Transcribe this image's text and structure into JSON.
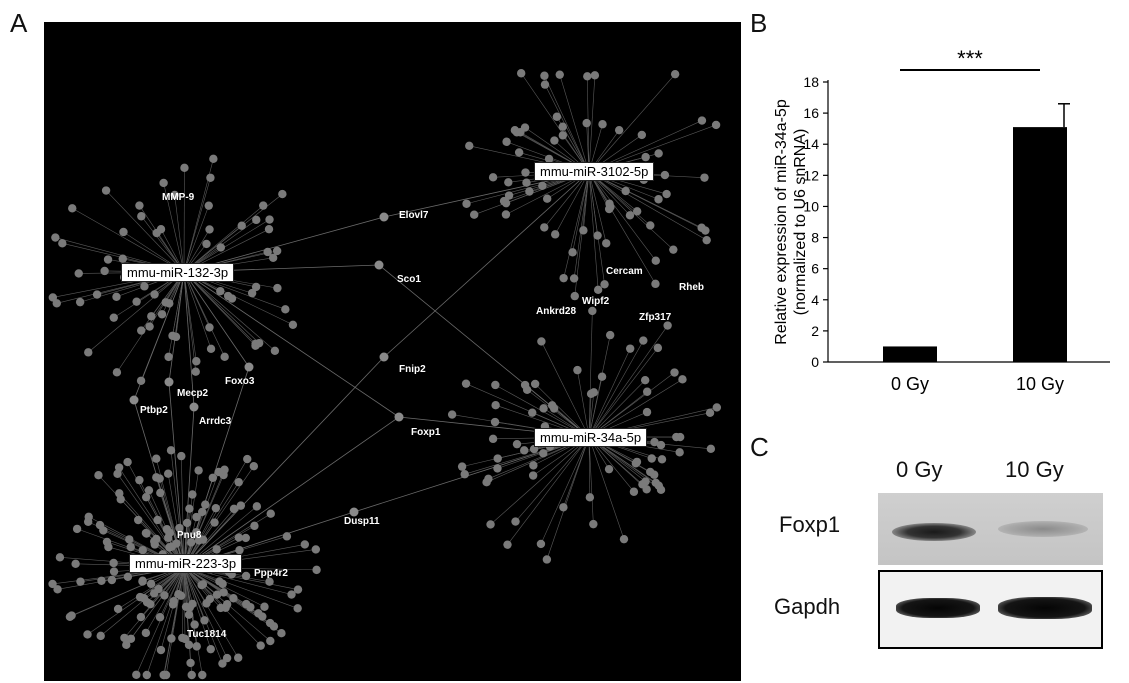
{
  "panels": {
    "a": "A",
    "b": "B",
    "c": "C"
  },
  "network": {
    "hubs": [
      "mmu-miR-3102-5p",
      "mmu-miR-132-3p",
      "mmu-miR-34a-5p",
      "mmu-miR-223-3p"
    ],
    "genes": [
      "MMP-9",
      "Elovl7",
      "Sco1",
      "Cercam",
      "Rheb",
      "Wipf2",
      "Ankrd28",
      "Zfp317",
      "Fnip2",
      "Foxo3",
      "Mecp2",
      "Ptbp2",
      "Arrdc3",
      "Foxp1",
      "Dusp11",
      "Pnu8",
      "Ppp4r2",
      "Tuc1814"
    ]
  },
  "chart_data": {
    "type": "bar",
    "categories": [
      "0 Gy",
      "10 Gy"
    ],
    "values": [
      1,
      15.1
    ],
    "errors": [
      0,
      1.5
    ],
    "ylabel": "Relative expression of miR-34a-5p",
    "ylabel2": "(normalized to U6 snRNA)",
    "ylim": [
      0,
      18
    ],
    "yticks": [
      "0",
      "2",
      "4",
      "6",
      "8",
      "10",
      "12",
      "14",
      "16",
      "18"
    ],
    "significance": "***",
    "bar_color": "#000000"
  },
  "western_blot": {
    "columns": [
      "0 Gy",
      "10 Gy"
    ],
    "rows": [
      "Foxp1",
      "Gapdh"
    ]
  }
}
